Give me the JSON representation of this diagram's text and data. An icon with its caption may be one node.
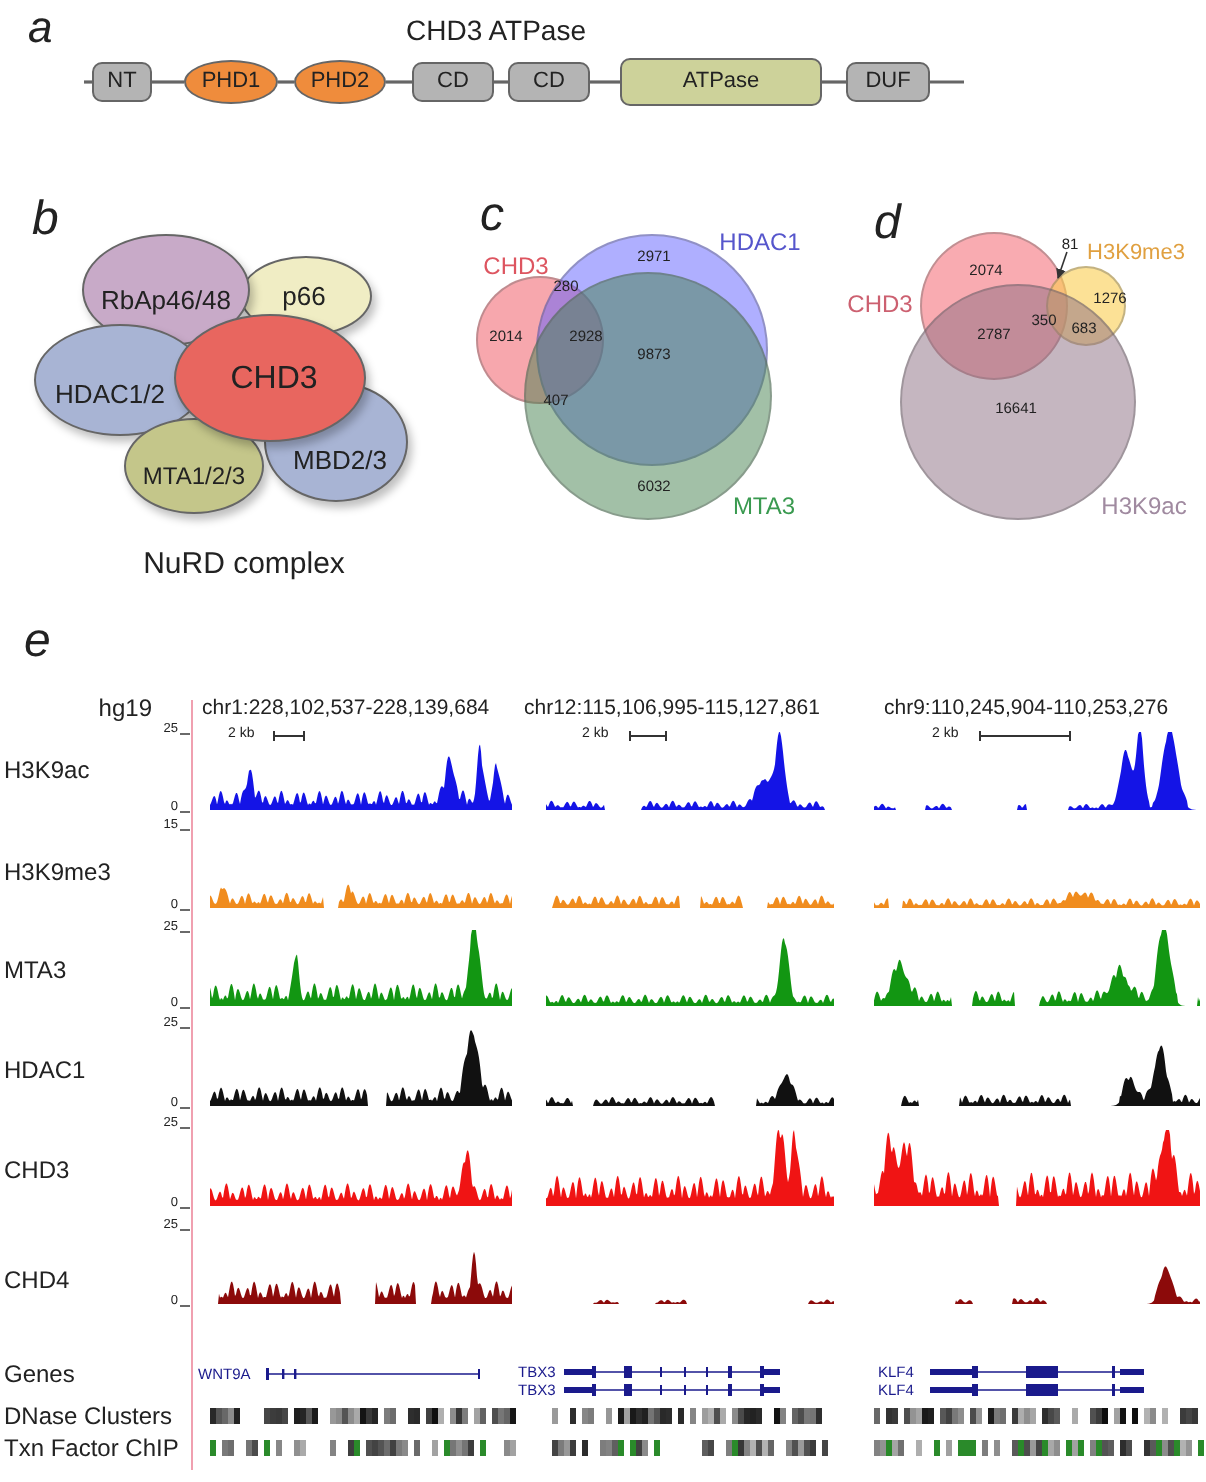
{
  "diagram": {
    "nodes": [
      {
        "text": [
          "NT"
        ]
      },
      {
        "text": [
          "PHD1"
        ]
      },
      {
        "text": [
          "PHD2"
        ]
      },
      {
        "text": [
          "CD"
        ]
      },
      {
        "text": [
          "CD"
        ]
      },
      {
        "text": [
          "ATPase"
        ]
      },
      {
        "text": [
          "DUF"
        ]
      },
      {
        "text": [
          "RbAp46/48"
        ]
      },
      {
        "text": [
          "p66"
        ]
      },
      {
        "text": [
          "HDAC1/2"
        ]
      },
      {
        "text": [
          "CHD3"
        ]
      },
      {
        "text": [
          "MTA1/2/3"
        ]
      },
      {
        "text": [
          "MBD2/3"
        ]
      },
      {
        "text": [
          "CHD3"
        ]
      },
      {
        "text": [
          "HDAC1"
        ]
      },
      {
        "text": [
          "MTA3"
        ]
      },
      {
        "text": [
          "CHD3"
        ]
      },
      {
        "text": [
          "H3K9me3"
        ]
      },
      {
        "text": [
          "H3K9ac"
        ]
      },
      {
        "text": [
          "81"
        ]
      }
    ],
    "edges": [
      {
        "from": null,
        "to": 0,
        "arrow": "none"
      },
      {
        "from": 0,
        "to": 1,
        "arrow": "none"
      },
      {
        "from": 1,
        "to": 2,
        "arrow": "none"
      },
      {
        "from": 2,
        "to": 3,
        "arrow": "none"
      },
      {
        "from": 3,
        "to": 4,
        "arrow": "none"
      },
      {
        "from": 4,
        "to": 5,
        "arrow": "none"
      },
      {
        "from": 5,
        "to": 6,
        "arrow": "none"
      },
      {
        "from": 6,
        "to": null,
        "arrow": "none"
      },
      {
        "from": 19,
        "to": null,
        "arrow": "to"
      }
    ],
    "labels": [
      "a",
      "CHD3 ATPase",
      "b",
      "NuRD complex",
      "c",
      "2014",
      "280",
      "2928",
      "2971",
      "9873",
      "407",
      "6032",
      "d",
      "2074",
      "1276",
      "350",
      "683",
      "2787",
      "16641",
      "e",
      "hg19",
      "chr1:228,102,537-228,139,684",
      "chr12:115,106,995-115,127,861",
      "chr9:110,245,904-110,253,276",
      "25",
      "2 kb",
      "2 kb",
      "2 kb",
      "H3K9ac",
      "0",
      "15",
      "H3K9me3",
      "0",
      "25",
      "MTA3",
      "0",
      "25",
      "HDAC1",
      "0",
      "25",
      "CHD3",
      "0",
      "25",
      "CHD4",
      "0",
      "Genes",
      "WNT9A",
      "TBX3",
      "KLF4",
      "TBX3",
      "KLF4",
      "DNase Clusters",
      "Txn Factor ChIP"
    ]
  }
}
